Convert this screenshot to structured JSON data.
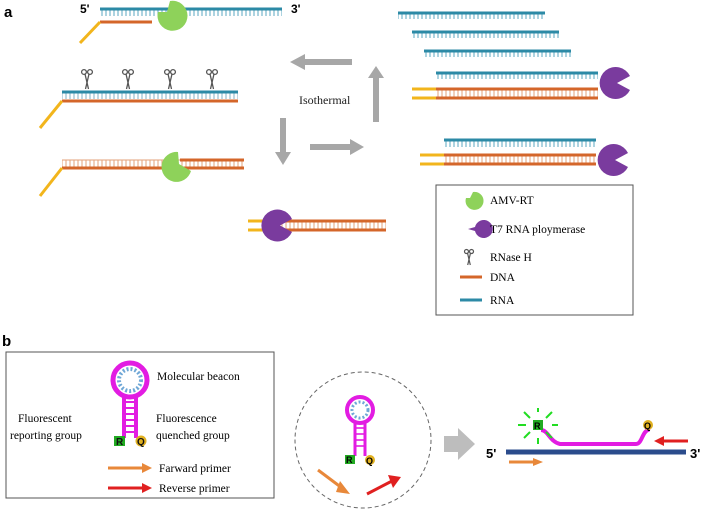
{
  "panels": {
    "a": {
      "label": "a",
      "cycle_label": "Isothermal",
      "end5": "5'",
      "end3": "3'"
    },
    "b": {
      "label": "b",
      "end5": "5'",
      "end3": "3'",
      "reporter": "R",
      "quencher": "Q",
      "beacon_label": "Molecular beacon",
      "fluor_reporting": [
        "Fluorescent",
        "reporting group"
      ],
      "fluor_quenched": [
        "Fluorescence",
        "quenched group"
      ],
      "forward_primer": "Farward primer",
      "reverse_primer": "Reverse primer"
    }
  },
  "legend_a": [
    {
      "label": "AMV-RT",
      "symbol": "amv-rt-icon",
      "color": "#8ed25a"
    },
    {
      "label": "T7 RNA ploymerase",
      "symbol": "t7-polymerase-icon",
      "color": "#7a3b9e"
    },
    {
      "label": "RNase H",
      "symbol": "scissors-icon",
      "color": "#666666"
    },
    {
      "label": "DNA",
      "symbol": "dna-line",
      "color": "#d4662a"
    },
    {
      "label": "RNA",
      "symbol": "rna-line",
      "color": "#2c8aa6"
    }
  ],
  "colors": {
    "dna": "#d4662a",
    "rna": "#2c8aa6",
    "primer": "#f2b51c",
    "arrow": "#a7a7a7",
    "beacon": "#e21ce2",
    "beacon_loop": "#6fa7d6",
    "reporter": "#22aa22",
    "quencher": "#e0b020",
    "target": "#2b4c8c",
    "forward": "#e8883a",
    "reverse": "#e02020",
    "green_glow": "#22dd22"
  }
}
